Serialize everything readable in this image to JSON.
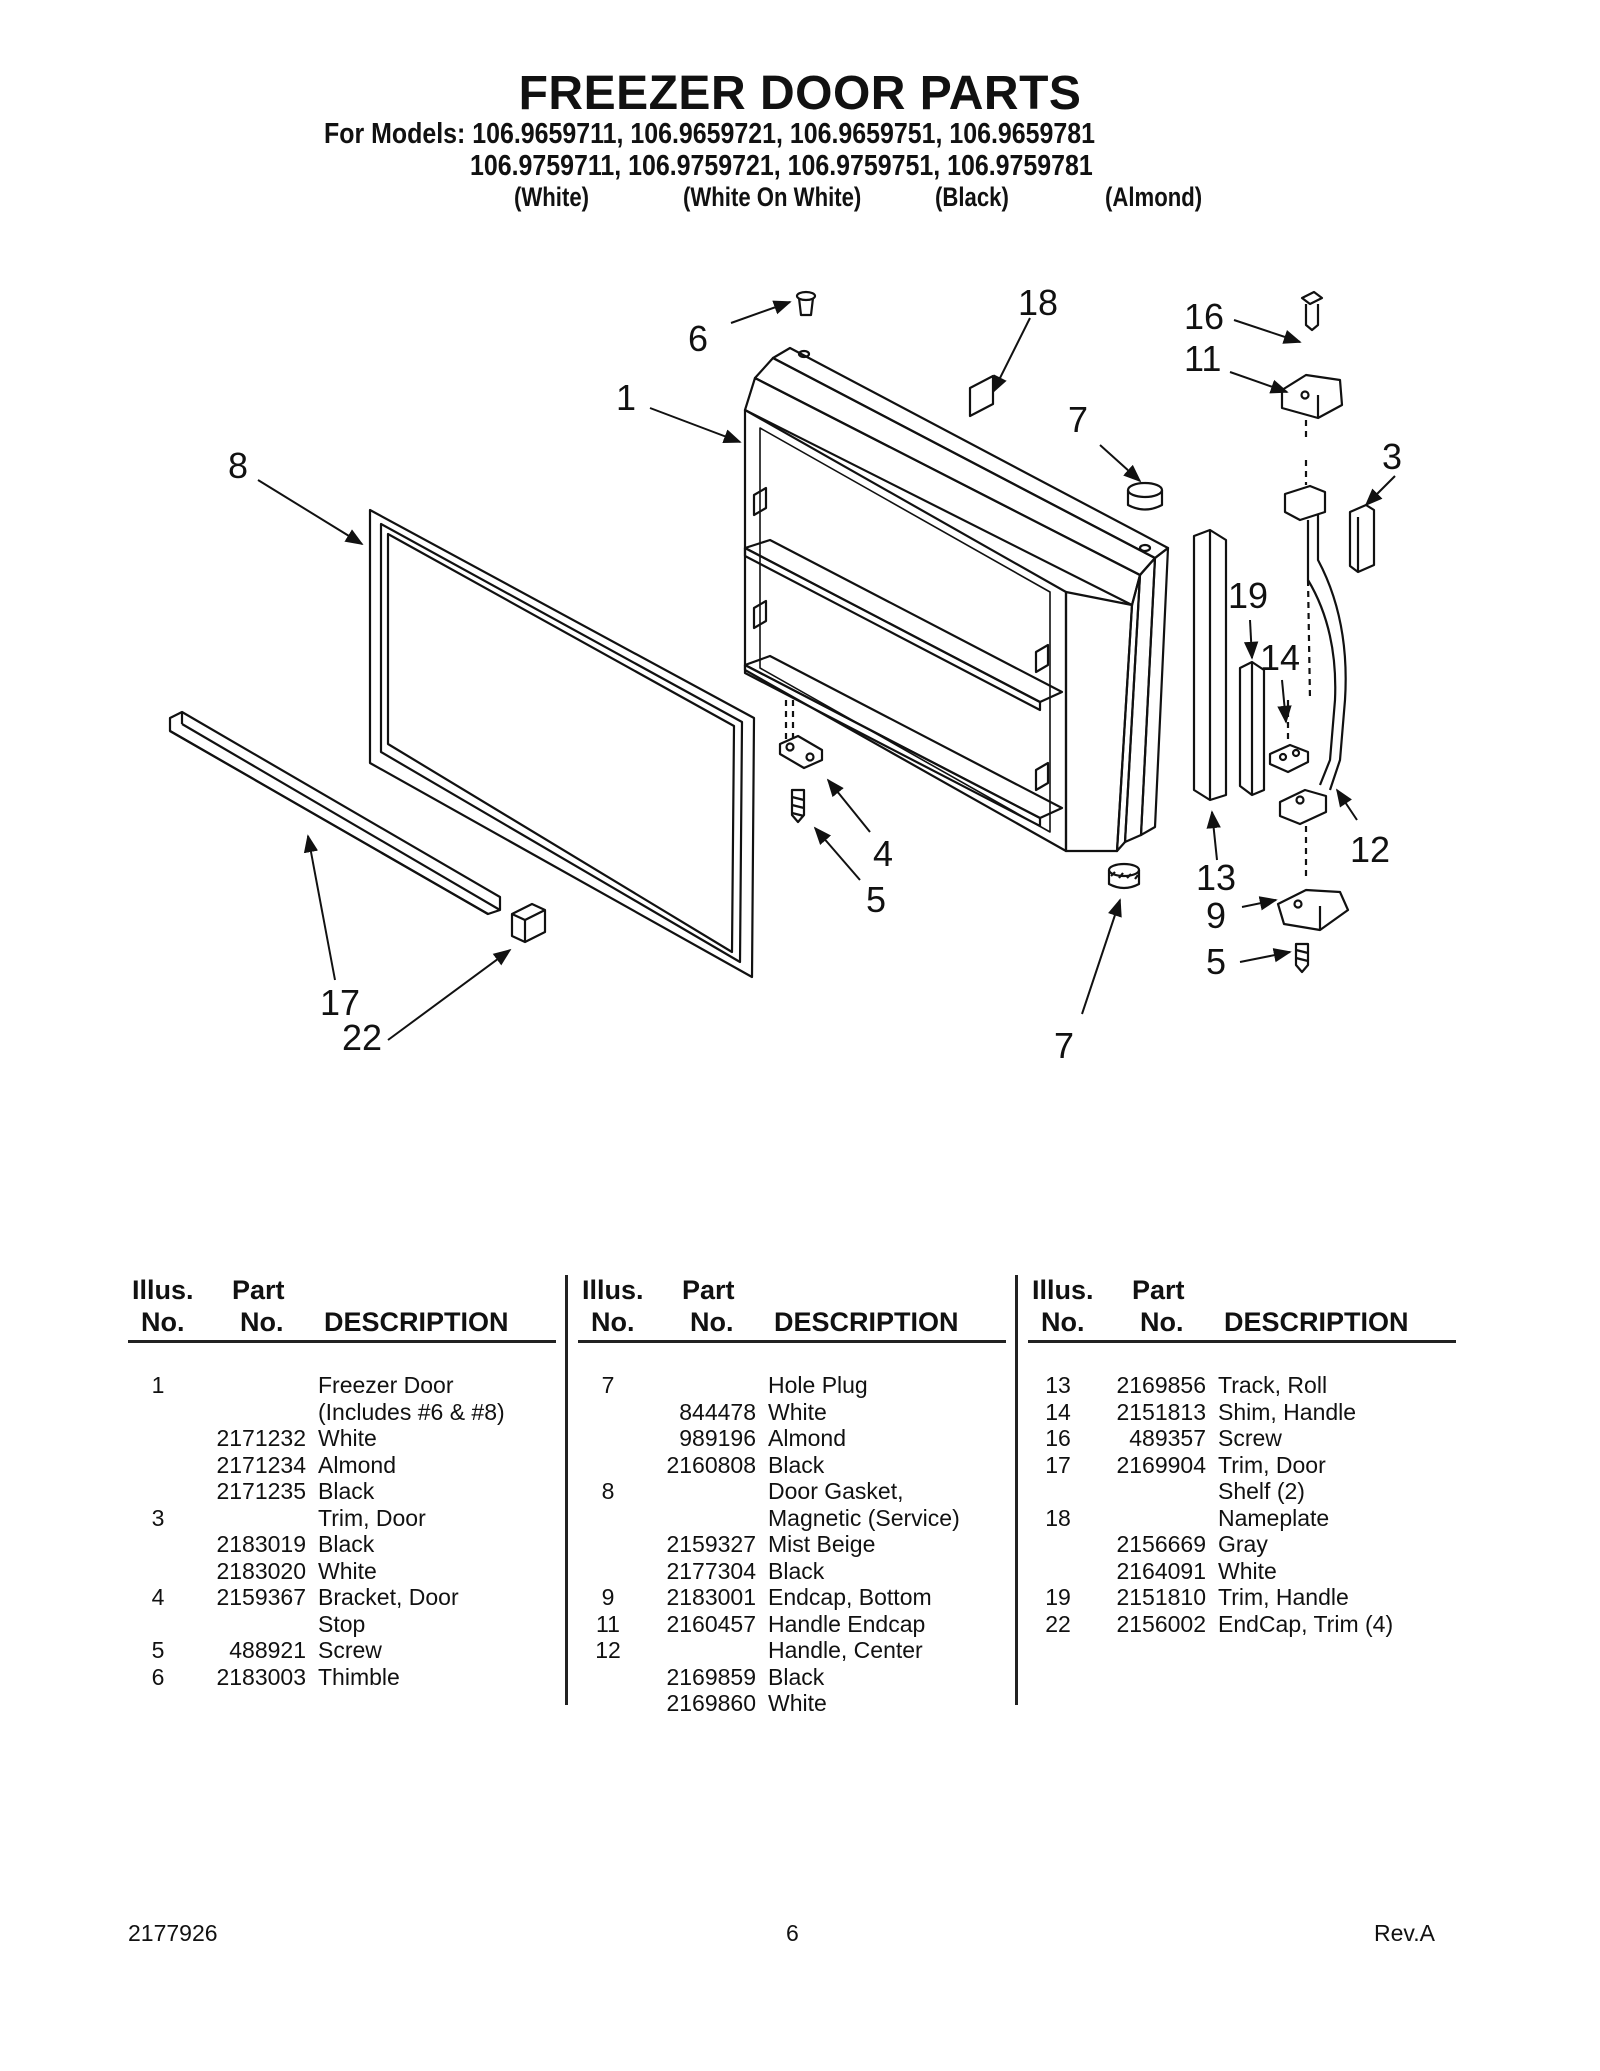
{
  "header": {
    "title": "FREEZER DOOR PARTS",
    "models_line1": "For Models: 106.9659711, 106.9659721, 106.9659751, 106.9659781",
    "models_line2": "106.9759711, 106.9759721, 106.9759751, 106.9759781",
    "colors": [
      "(White)",
      "(White On White)",
      "(Black)",
      "(Almond)"
    ]
  },
  "diagram": {
    "callouts": [
      "6",
      "18",
      "1",
      "8",
      "7",
      "16",
      "11",
      "3",
      "19",
      "14",
      "4",
      "5",
      "12",
      "13",
      "9",
      "5",
      "7",
      "17",
      "22"
    ]
  },
  "table_headers": {
    "illus_1": "Illus.",
    "illus_2": "No.",
    "part_1": "Part",
    "part_2": "No.",
    "description": "DESCRIPTION"
  },
  "tables": [
    {
      "rows": [
        {
          "illus": "1",
          "part": "",
          "desc": "Freezer Door"
        },
        {
          "illus": "",
          "part": "",
          "desc": "(Includes #6 & #8)"
        },
        {
          "illus": "",
          "part": "2171232",
          "desc": "White"
        },
        {
          "illus": "",
          "part": "2171234",
          "desc": "Almond"
        },
        {
          "illus": "",
          "part": "2171235",
          "desc": "Black"
        },
        {
          "illus": "3",
          "part": "",
          "desc": "Trim, Door"
        },
        {
          "illus": "",
          "part": "2183019",
          "desc": "Black"
        },
        {
          "illus": "",
          "part": "2183020",
          "desc": "White"
        },
        {
          "illus": "4",
          "part": "2159367",
          "desc": "Bracket, Door"
        },
        {
          "illus": "",
          "part": "",
          "desc": "Stop"
        },
        {
          "illus": "5",
          "part": "488921",
          "desc": "Screw"
        },
        {
          "illus": "6",
          "part": "2183003",
          "desc": "Thimble"
        }
      ]
    },
    {
      "rows": [
        {
          "illus": "7",
          "part": "",
          "desc": "Hole Plug"
        },
        {
          "illus": "",
          "part": "844478",
          "desc": "White"
        },
        {
          "illus": "",
          "part": "989196",
          "desc": "Almond"
        },
        {
          "illus": "",
          "part": "2160808",
          "desc": "Black"
        },
        {
          "illus": "8",
          "part": "",
          "desc": "Door Gasket,"
        },
        {
          "illus": "",
          "part": "",
          "desc": "Magnetic (Service)"
        },
        {
          "illus": "",
          "part": "2159327",
          "desc": "Mist Beige"
        },
        {
          "illus": "",
          "part": "2177304",
          "desc": "Black"
        },
        {
          "illus": "9",
          "part": "2183001",
          "desc": "Endcap, Bottom"
        },
        {
          "illus": "11",
          "part": "2160457",
          "desc": "Handle Endcap"
        },
        {
          "illus": "12",
          "part": "",
          "desc": "Handle, Center"
        },
        {
          "illus": "",
          "part": "2169859",
          "desc": "Black"
        },
        {
          "illus": "",
          "part": "2169860",
          "desc": "White"
        }
      ]
    },
    {
      "rows": [
        {
          "illus": "13",
          "part": "2169856",
          "desc": "Track, Roll"
        },
        {
          "illus": "14",
          "part": "2151813",
          "desc": "Shim, Handle"
        },
        {
          "illus": "16",
          "part": "489357",
          "desc": "Screw"
        },
        {
          "illus": "17",
          "part": "2169904",
          "desc": "Trim, Door"
        },
        {
          "illus": "",
          "part": "",
          "desc": "Shelf (2)"
        },
        {
          "illus": "18",
          "part": "",
          "desc": "Nameplate"
        },
        {
          "illus": "",
          "part": "2156669",
          "desc": "Gray"
        },
        {
          "illus": "",
          "part": "2164091",
          "desc": "White"
        },
        {
          "illus": "19",
          "part": "2151810",
          "desc": "Trim, Handle"
        },
        {
          "illus": "22",
          "part": "2156002",
          "desc": "EndCap, Trim (4)"
        }
      ]
    }
  ],
  "footer": {
    "doc_number": "2177926",
    "page_number": "6",
    "revision": "Rev.A"
  }
}
